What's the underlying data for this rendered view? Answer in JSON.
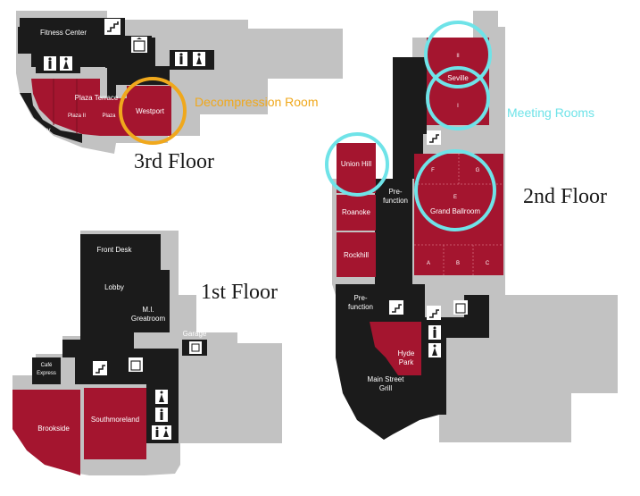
{
  "floors": {
    "third": {
      "title": "3rd Floor",
      "rooms": {
        "fitness_center": "Fitness Center",
        "plaza_terrace": "Plaza Terrace",
        "plaza_ii": "Plaza II",
        "plaza_i": "Plaza",
        "balcony": "Balcony",
        "westport": "Westport"
      },
      "callout": "Decompression Room"
    },
    "second": {
      "title": "2nd Floor",
      "rooms": {
        "seville": "Seville",
        "seville_ii": "II",
        "seville_i": "I",
        "union_hill": "Union Hill",
        "prefunction_top": "Pre-",
        "prefunction_bottom": "function",
        "roanoke": "Roanoke",
        "rockhill": "Rockhill",
        "grand_ballroom": "Grand Ballroom",
        "ballroom_f": "F",
        "ballroom_g": "G",
        "ballroom_e": "E",
        "ballroom_a": "A",
        "ballroom_b": "B",
        "ballroom_c": "C",
        "prefunction2_top": "Pre-",
        "prefunction2_bottom": "function",
        "hyde_park_top": "Hyde",
        "hyde_park_bottom": "Park",
        "main_street_top": "Main Street",
        "main_street_bottom": "Grill"
      },
      "callout": "Meeting Rooms"
    },
    "first": {
      "title": "1st Floor",
      "rooms": {
        "front_desk": "Front Desk",
        "lobby": "Lobby",
        "greatroom_top": "M.I.",
        "greatroom_bottom": "Greatroom",
        "garage": "Garage",
        "cafe_top": "Café",
        "cafe_bottom": "Express",
        "southmoreland": "Southmoreland",
        "brookside": "Brookside"
      }
    }
  },
  "colors": {
    "building": "#c2c2c2",
    "corridor": "#1b1b1b",
    "room": "#a4152f",
    "decompression_highlight": "#f0a81c",
    "meeting_highlight": "#6fe3e8"
  },
  "icons": [
    "stairs-icon",
    "elevator-icon",
    "restroom-icon"
  ]
}
